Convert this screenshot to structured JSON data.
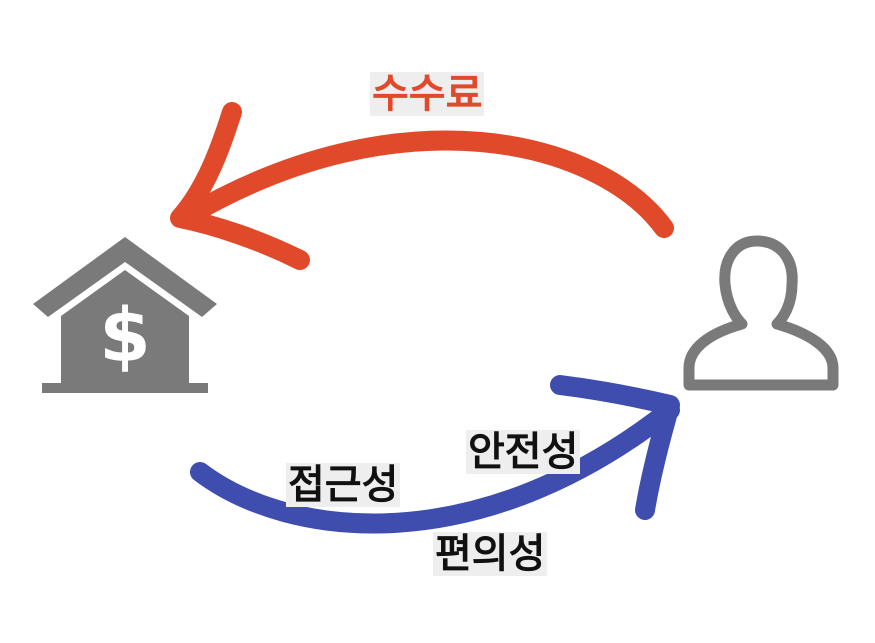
{
  "labels": {
    "fee": "수수료",
    "accessibility": "접근성",
    "safety": "안전성",
    "convenience": "편의성"
  },
  "icons": {
    "bank": "bank-icon",
    "user": "user-icon"
  },
  "colors": {
    "fee_arrow": "#e04a2a",
    "service_arrow": "#3f4eae",
    "icon_gray": "#7a7a7a",
    "label_background": "#eeeeee",
    "label_text": "#111111"
  }
}
